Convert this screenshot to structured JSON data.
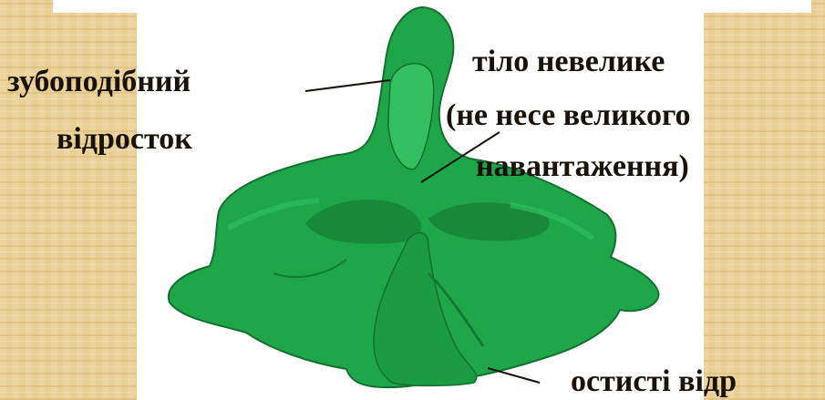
{
  "labels": {
    "dens_line1": "зубоподібний",
    "dens_line2": "відросток",
    "body_line1": "тіло невелике",
    "body_line2": "(не несе великого",
    "body_line3": "навантаження)",
    "spinous": "остисті відр"
  },
  "colors": {
    "bone_green": "#1fa64a",
    "bone_shadow": "#147a33",
    "papyrus": "#e8cf95",
    "text": "#1a1208"
  }
}
